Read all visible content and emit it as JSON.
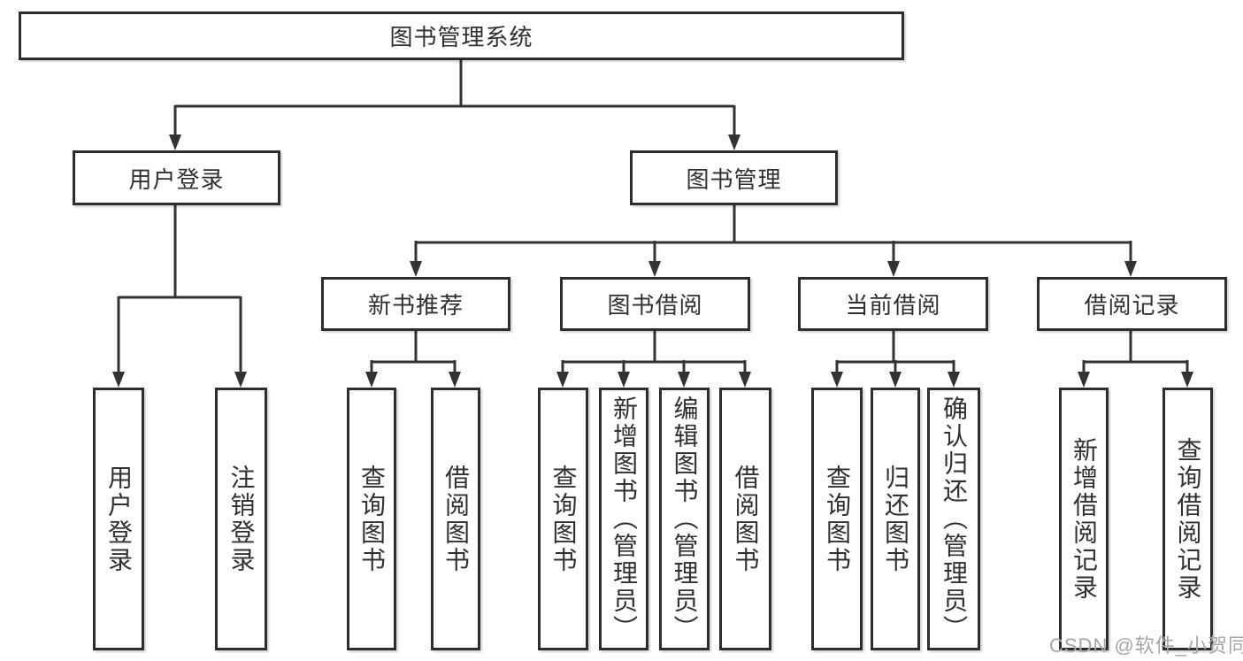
{
  "tree": {
    "root": "图书管理系统",
    "children": [
      {
        "label": "用户登录",
        "children": [
          "用户登录",
          "注销登录"
        ]
      },
      {
        "label": "图书管理",
        "children": [
          {
            "label": "新书推荐",
            "children": [
              "查询图书",
              "借阅图书"
            ]
          },
          {
            "label": "图书借阅",
            "children": [
              "查询图书",
              "新增图书（管理员）",
              "编辑图书（管理员）",
              "借阅图书"
            ]
          },
          {
            "label": "当前借阅",
            "children": [
              "查询图书",
              "归还图书",
              "确认归还（管理员）"
            ]
          },
          {
            "label": "借阅记录",
            "children": [
              "新增借阅记录",
              "查询借阅记录"
            ]
          }
        ]
      }
    ]
  },
  "watermark": "CSDN @软件_小贺同学",
  "colors": {
    "line": "#333333",
    "box_border": "#2d2d2d",
    "text": "#303030",
    "watermark": "#a6a6a6",
    "background": "#ffffff"
  }
}
